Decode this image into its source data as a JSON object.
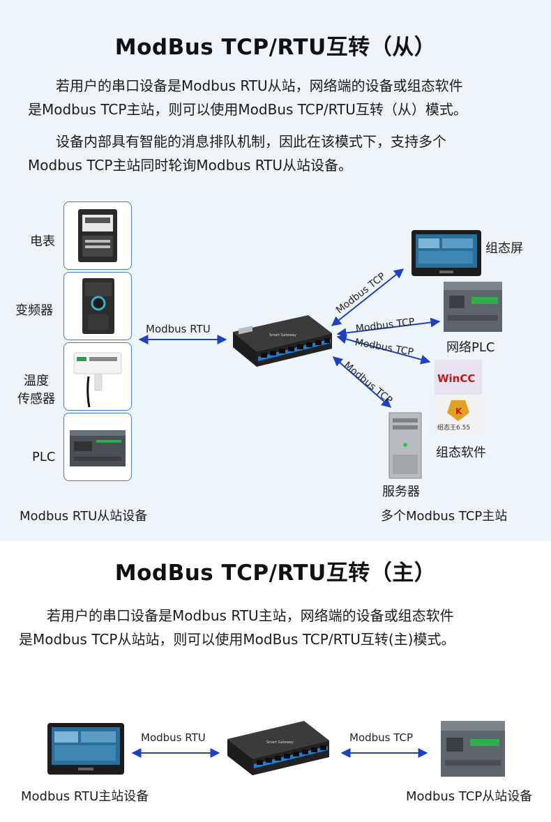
{
  "section1": {
    "title": "ModBus TCP/RTU互转（从）",
    "para1_line1": "若用户的串口设备是Modbus RTU从站，网络端的设备或组态软件",
    "para1_line2": "是Modbus TCP主站，则可以使用ModBus TCP/RTU互转（从）模式。",
    "para2_line1": "设备内部具有智能的消息排队机制，因此在该模式下，支持多个",
    "para2_line2": "Modbus TCP主站同时轮询Modbus RTU从站设备。",
    "left_devices": [
      {
        "label": "电表",
        "icon": "electric-meter-icon"
      },
      {
        "label": "变频器",
        "icon": "frequency-inverter-icon"
      },
      {
        "label_line1": "温度",
        "label_line2": "传感器",
        "icon": "temperature-sensor-icon"
      },
      {
        "label": "PLC",
        "icon": "plc-module-icon"
      }
    ],
    "left_caption": "Modbus  RTU从站设备",
    "rtu_link_label": "Modbus  RTU",
    "tcp_link_labels": [
      "Modbus TCP",
      "Modbus TCP",
      "Modbus TCP",
      "Modbus TCP"
    ],
    "right_devices": {
      "hmi": "组态屏",
      "plc": "网络PLC",
      "software": "组态软件",
      "wincc_text": "WinCC",
      "kingview_text": "组态王6.55",
      "server": "服务器"
    },
    "right_caption": "多个Modbus TCP主站",
    "gateway_text": "Smart Gateway"
  },
  "section2": {
    "title": "ModBus TCP/RTU互转（主）",
    "para_line1": "若用户的串口设备是Modbus RTU主站，网络端的设备或组态软件",
    "para_line2": "是Modbus TCP从站站，则可以使用ModBus TCP/RTU互转(主)模式。",
    "rtu_label": "Modbus  RTU",
    "tcp_label": "Modbus  TCP",
    "left_caption": "Modbus  RTU主站设备",
    "right_caption": "Modbus TCP从站设备"
  },
  "colors": {
    "arrow": "#1f3fbf",
    "box_border": "#4a78c4",
    "panel_bg": "#edf5fb",
    "gateway_blue": "#1e7fd8"
  }
}
